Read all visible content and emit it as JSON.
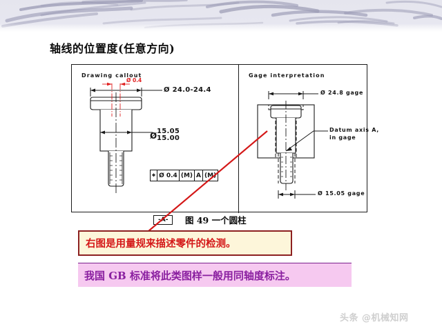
{
  "header": {
    "banner_name": "decorative-swoosh-banner",
    "band_color": "#e7e7f0",
    "stroke_color": "#9a9ab4"
  },
  "page": {
    "title": "轴线的位置度(任意方向)",
    "caption": "图 49    一个圆柱",
    "background": "#ffffff"
  },
  "figure": {
    "left_panel": {
      "label": "Drawing callout",
      "red_tolerance_label": "Ø 0.4",
      "top_diameter": "Ø 24.0-24.4",
      "fcf": {
        "symbol": "⌖",
        "tolerance": "Ø 0.4",
        "tolerance_modifier": "M",
        "datum": "A",
        "datum_modifier": "M"
      },
      "shaft_diameter_upper": "15.05",
      "shaft_diameter_lower": "15.00",
      "shaft_diameter_symbol": "Ø",
      "datum_label": "-A-"
    },
    "right_panel": {
      "label": "Gage interpretation",
      "gage_top_diameter": "Ø 24.8 gage",
      "gage_bottom_diameter": "Ø 15.05 gage",
      "leader_line1": "Datum axis A,",
      "leader_line2": "in gage"
    }
  },
  "notes": {
    "yellow": {
      "text": "右图是用量规来描述零件的检测。",
      "background": "#fdf6da",
      "border": "#8c2020",
      "text_color": "#d41818"
    },
    "pink": {
      "text": "我国 GB 标准将此类图样一般用同轴度标注。",
      "background": "#f6c9f0",
      "border": "#7a1f8c",
      "text_color": "#8a1fa0"
    }
  },
  "watermark": {
    "text": "头条 @机械知网",
    "color": "#cfcfcf"
  }
}
